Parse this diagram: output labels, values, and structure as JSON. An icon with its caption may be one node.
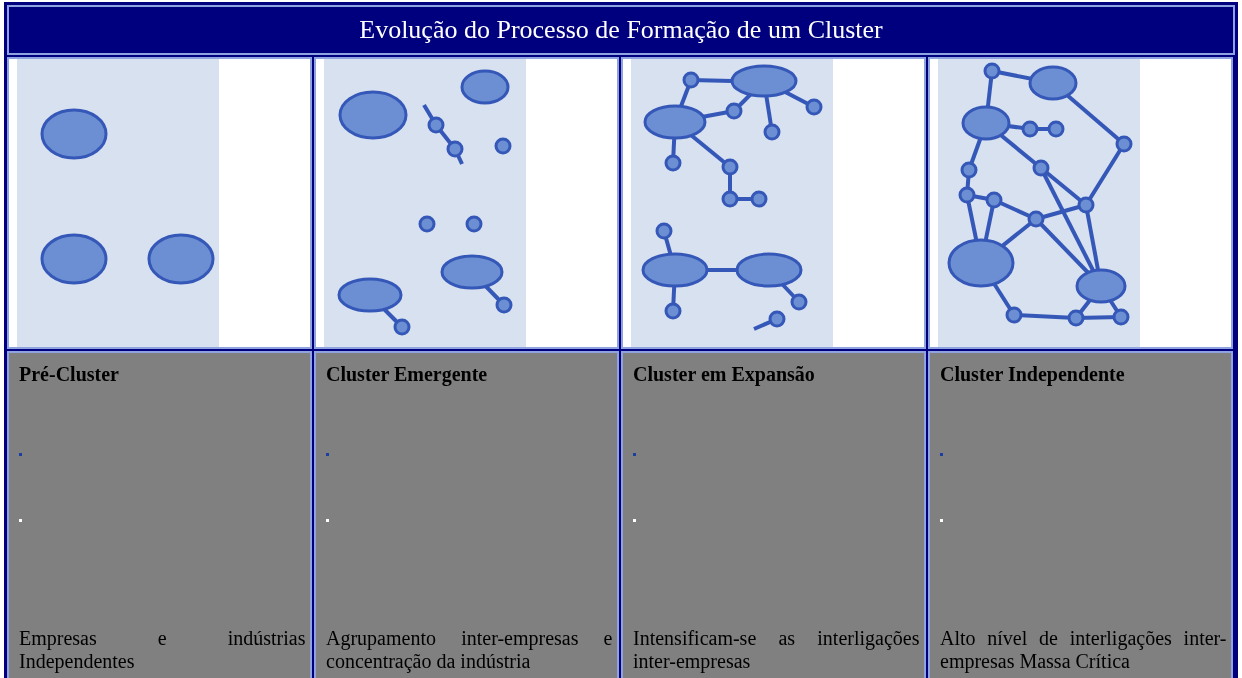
{
  "diagram": {
    "title": "Evolução do Processo de Formação de um Cluster",
    "labels": [
      "Pré-Cluster",
      "Empresas e indústrias Independentes",
      "Cluster Emergente",
      "Agrupamento inter-empresas e concentração da indústria",
      "Cluster em Expansão",
      "Intensificam-se as interligações inter-empresas",
      "Cluster Independente",
      "Alto nível de interligações inter-empresas Massa Crítica"
    ]
  }
}
